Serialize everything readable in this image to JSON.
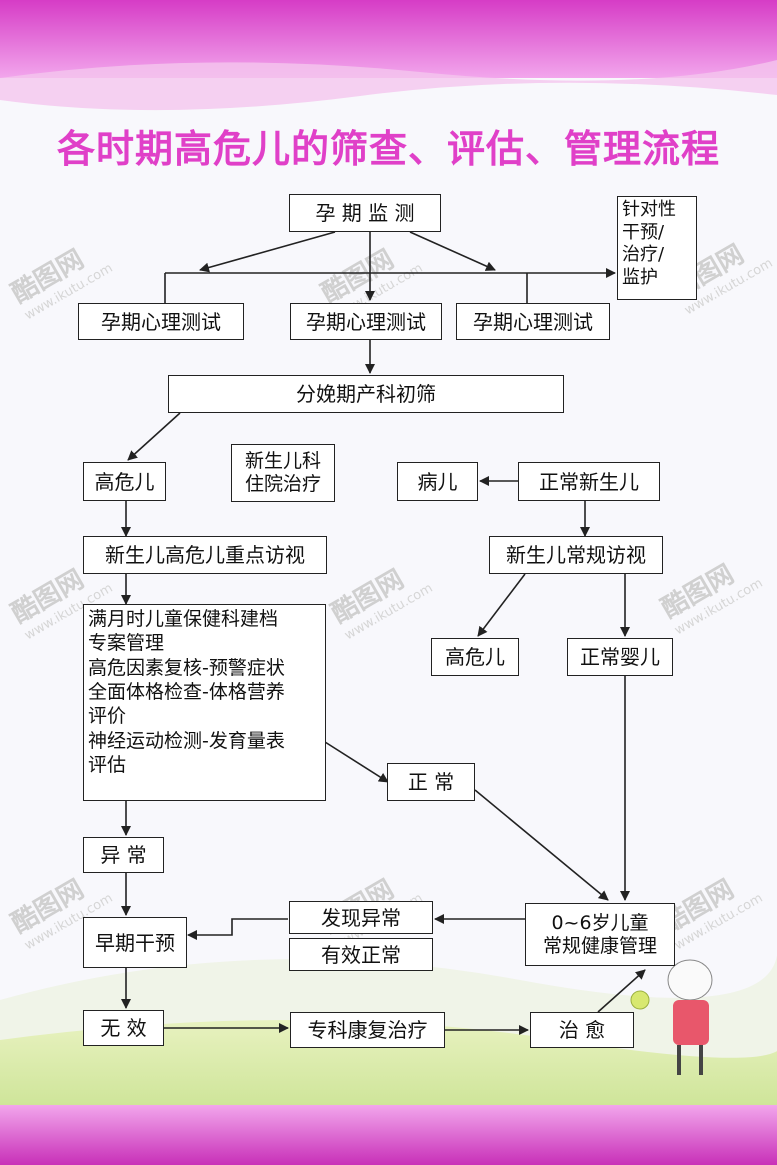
{
  "title": "各时期高危儿的筛查、评估、管理流程",
  "nodes": {
    "pregnancy_monitor": "孕 期 监 测",
    "intervention": "针对性\n干预/\n治疗/\n监护",
    "psych_test_1": "孕期心理测试",
    "psych_test_2": "孕期心理测试",
    "psych_test_3": "孕期心理测试",
    "delivery_screen": "分娩期产科初筛",
    "high_risk_1": "高危儿",
    "nicu": "新生儿科\n住院治疗",
    "sick": "病儿",
    "normal_newborn": "正常新生儿",
    "high_risk_visit": "新生儿高危儿重点访视",
    "routine_visit": "新生儿常规访视",
    "monthly_management": "满月时儿童保健科建档\n专案管理\n高危因素复核-预警症状\n全面体格检查-体格营养\n评价\n神经运动检测-发育量表\n评估",
    "high_risk_2": "高危儿",
    "normal_infant": "正常婴儿",
    "normal": "正 常",
    "abnormal": "异 常",
    "found_abnormal": "发现异常",
    "effective_normal": "有效正常",
    "routine_health": "0~6岁儿童\n常规健康管理",
    "early_intervention": "早期干预",
    "ineffective": "无 效",
    "rehab": "专科康复治疗",
    "cured": "治 愈"
  },
  "watermark": {
    "brand": "酷图网",
    "url": "www.ikutu.com"
  },
  "colors": {
    "title": "#e040c8",
    "band": "#e060d0",
    "line": "#222222"
  }
}
